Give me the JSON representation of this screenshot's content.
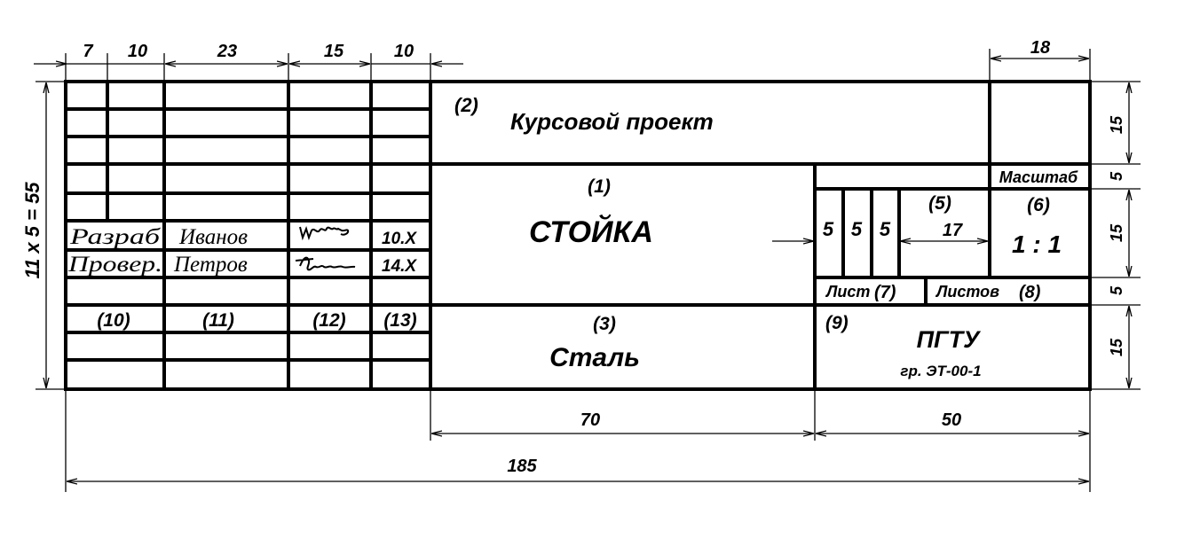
{
  "dimensions": {
    "top": [
      "7",
      "10",
      "23",
      "15",
      "10"
    ],
    "top_right": "18",
    "left_total": "11 x 5 = 55",
    "right": [
      "15",
      "5",
      "15",
      "5",
      "15"
    ],
    "bottom_middle": "70",
    "bottom_right": "50",
    "bottom_total": "185",
    "inline_fives": [
      "5",
      "5",
      "5"
    ],
    "inline_17": "17"
  },
  "fields": {
    "f2": "(2)",
    "title": "Курсовой проект",
    "f1": "(1)",
    "part_name": "СТОЙКА",
    "f3": "(3)",
    "material": "Сталь",
    "scale_label": "Масштаб",
    "f5": "(5)",
    "f6": "(6)",
    "scale_value": "1 : 1",
    "sheet_label": "Лист",
    "f7": "(7)",
    "sheets_label": "Листов",
    "f8": "(8)",
    "f9": "(9)",
    "org": "ПГТУ",
    "group": "гр. ЭТ-00-1"
  },
  "rows": [
    {
      "role": "Разраб",
      "name": "Иванов",
      "date": "10.Х"
    },
    {
      "role": "Провер.",
      "name": "Петров",
      "date": "14.Х"
    }
  ],
  "column_refs": [
    "(10)",
    "(11)",
    "(12)",
    "(13)"
  ]
}
